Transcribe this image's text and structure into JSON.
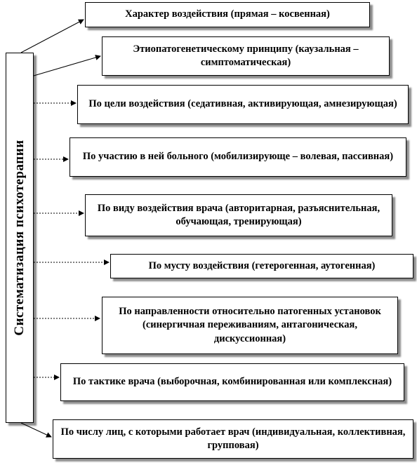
{
  "root": {
    "label": "Систематизация  психотерапии"
  },
  "categories": [
    {
      "text": "Характер воздействия (прямая – косвенная)"
    },
    {
      "text": "Этиопатогенетическому принципу (каузальная – симптоматическая)"
    },
    {
      "text": "По цели воздействия (седативная, активирующая, амнезирующая)"
    },
    {
      "text": "По участию в ней больного (мобилизирующе – волевая, пассивная)"
    },
    {
      "text": "По виду воздействия врача (авторитарная, разъяснительная, обучающая, тренирующая)"
    },
    {
      "text": "По мусту воздействия (гетерогенная, аутогенная)"
    },
    {
      "text": "По направленности относительно патогенных установок (синергичная переживаниям, антагоническая, дискуссионная)"
    },
    {
      "text": "По тактике врача (выборочная, комбинированная или комплексная)"
    },
    {
      "text": "По числу лиц, с которыми работает врач (индивидуальная, коллективная, групповая)"
    }
  ]
}
